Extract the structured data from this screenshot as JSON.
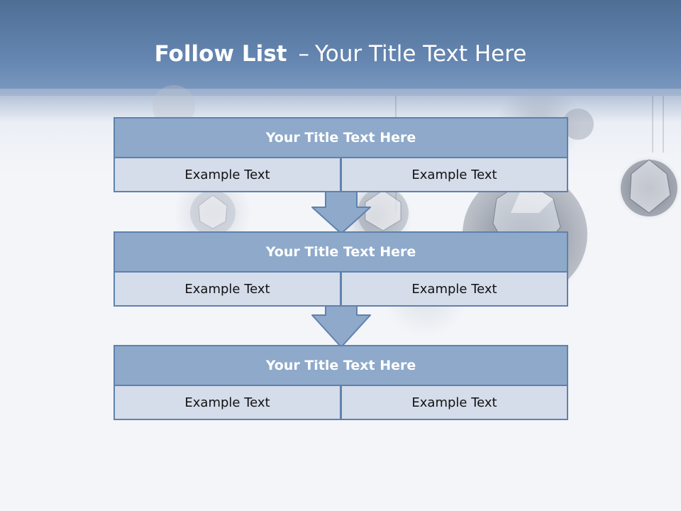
{
  "slide": {
    "title_bold": "Follow List",
    "title_separator": "–",
    "title_rest": "Your Title Text Here"
  },
  "blocks": [
    {
      "title": "Your Title Text Here",
      "left_text": "Example Text",
      "right_text": "Example Text"
    },
    {
      "title": "Your Title Text Here",
      "left_text": "Example Text",
      "right_text": "Example Text"
    },
    {
      "title": "Your Title Text Here",
      "left_text": "Example Text",
      "right_text": "Example Text"
    }
  ],
  "colors": {
    "header_band": "#6587b2",
    "block_header_fill": "#8ea9ca",
    "cell_fill": "#d5dcea",
    "border": "#5f82ad",
    "arrow_fill": "#8ea9ca"
  },
  "decorations": {
    "background": "crystal-balls-photo"
  }
}
